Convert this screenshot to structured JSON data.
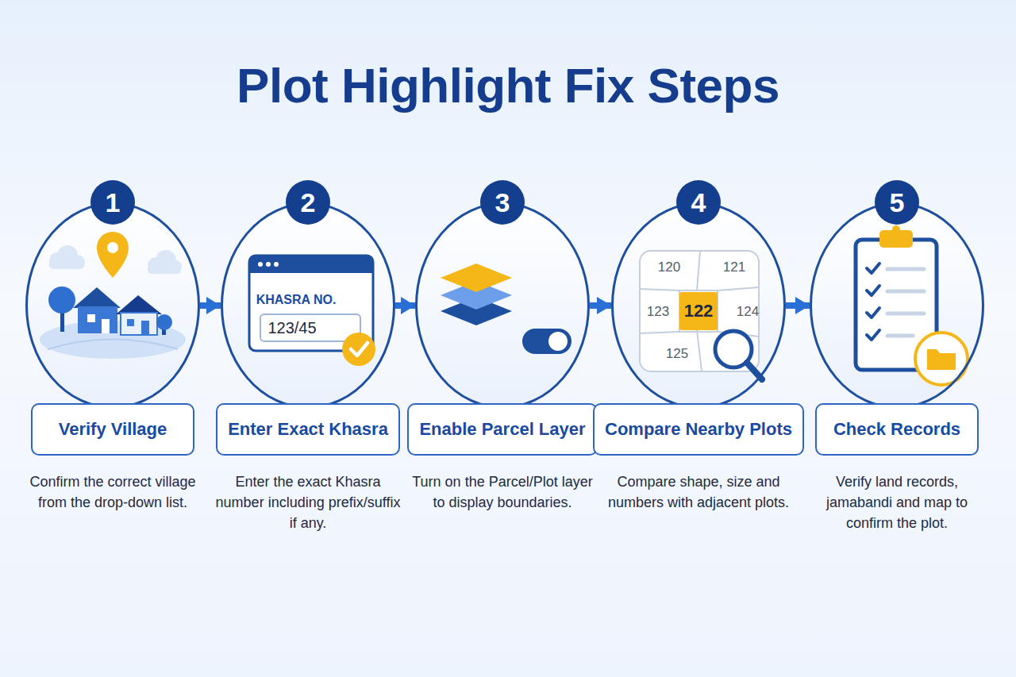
{
  "diagram": {
    "title": "Plot Highlight Fix Steps",
    "nodes": [
      {
        "text": [
          "1"
        ]
      },
      {
        "text": [
          "Verify Village",
          "Confirm the correct village from the drop-down list."
        ]
      },
      {
        "text": [
          "2"
        ]
      },
      {
        "text": [
          "Enter Exact Khasra",
          "Enter the exact Khasra number including prefix/suffix if any."
        ]
      },
      {
        "text": [
          "3"
        ]
      },
      {
        "text": [
          "Enable Parcel Layer",
          "Turn on the Parcel/Plot layer to display boundaries."
        ]
      },
      {
        "text": [
          "4"
        ]
      },
      {
        "text": [
          "Compare Nearby Plots",
          "Compare shape, size and numbers with adjacent plots."
        ]
      },
      {
        "text": [
          "5"
        ]
      },
      {
        "text": [
          "Check Records",
          "Verify land records, jamabandi and map to confirm the plot."
        ]
      }
    ],
    "edges": [
      {
        "from": 0,
        "to": 2,
        "arrow": "to"
      },
      {
        "from": 2,
        "to": 4,
        "arrow": "to"
      },
      {
        "from": 4,
        "to": 6,
        "arrow": "to"
      },
      {
        "from": 6,
        "to": 8,
        "arrow": "to"
      }
    ],
    "labels": [
      "KHASRA NO.",
      "123/45",
      "120",
      "121",
      "123",
      "122",
      "124",
      "125"
    ]
  }
}
